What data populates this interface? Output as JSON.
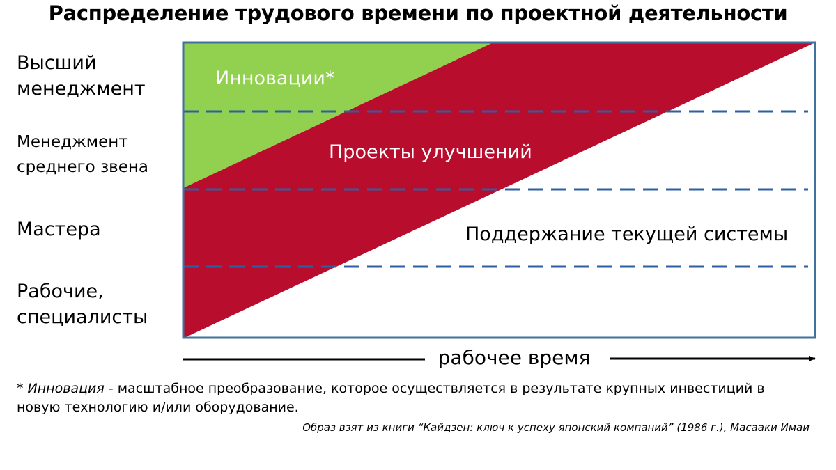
{
  "title": "Распределение трудового времени по проектной деятельности",
  "levels": [
    {
      "label_line1": "Высший",
      "label_line2": "менеджмент"
    },
    {
      "label_line1": "Менеджмент",
      "label_line2": "среднего звена"
    },
    {
      "label_line1": "Мастера",
      "label_line2": ""
    },
    {
      "label_line1": "Рабочие,",
      "label_line2": "специалисты"
    }
  ],
  "regions": {
    "innovation": {
      "label": "Инновации*",
      "color": "#92d050"
    },
    "improvement": {
      "label": "Проекты улучшений",
      "color": "#b90d2e"
    },
    "maintenance": {
      "label": "Поддержание текущей системы",
      "color": "#ffffff"
    }
  },
  "colors": {
    "frame": "#41719c",
    "dashed": "#2e5fa3"
  },
  "axis_label": "рабочее время",
  "footnote": {
    "term": "* Инновация",
    "text": " - масштабное преобразование, которое осуществляется в результате крупных инвестиций в новую технологию и/или оборудование."
  },
  "source": "Образ взят из книги “Кайдзен: ключ к успеху японский компаний” (1986 г.), Масааки Имаи"
}
